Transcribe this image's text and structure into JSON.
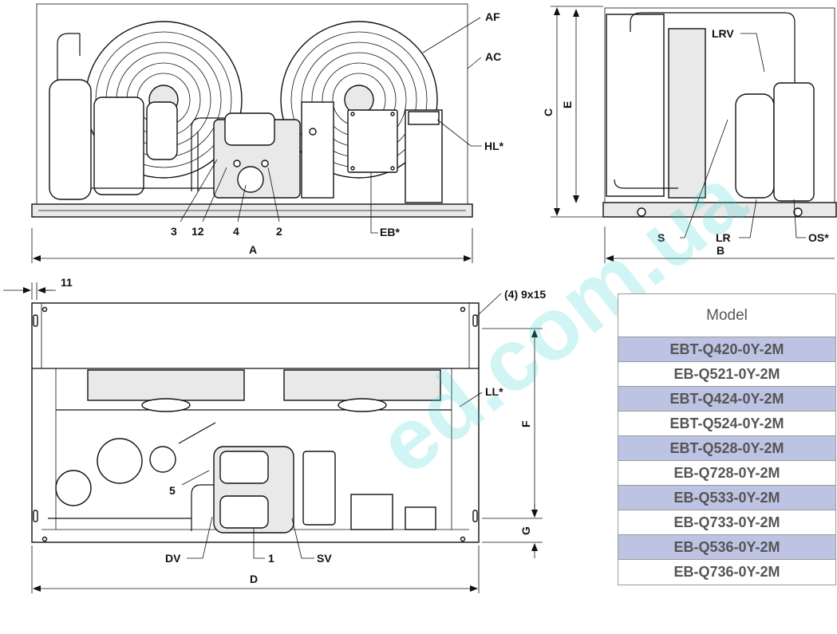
{
  "front_view": {
    "labels": {
      "af": "AF",
      "ac": "AC",
      "hl": "HL*",
      "eb": "EB*",
      "c3": "3",
      "c12": "12",
      "c4": "4",
      "c2": "2",
      "dim_a": "A"
    }
  },
  "side_view": {
    "labels": {
      "lrv": "LRV",
      "s": "S",
      "lr": "LR",
      "os": "OS*",
      "dim_b": "B",
      "dim_c": "C",
      "dim_e": "E"
    }
  },
  "top_view": {
    "labels": {
      "dim_11": "11",
      "holes": "(4) 9x15",
      "ll": "LL*",
      "c5": "5",
      "dv": "DV",
      "c1": "1",
      "sv": "SV",
      "dim_d": "D",
      "dim_f": "F",
      "dim_g": "G"
    }
  },
  "model_table": {
    "header": "Model",
    "rows": [
      {
        "model": "EBT-Q420-0Y-2M",
        "shaded": true
      },
      {
        "model": "EB-Q521-0Y-2M",
        "shaded": false
      },
      {
        "model": "EBT-Q424-0Y-2M",
        "shaded": true
      },
      {
        "model": "EBT-Q524-0Y-2M",
        "shaded": false
      },
      {
        "model": "EBT-Q528-0Y-2M",
        "shaded": true
      },
      {
        "model": "EB-Q728-0Y-2M",
        "shaded": false
      },
      {
        "model": "EB-Q533-0Y-2M",
        "shaded": true
      },
      {
        "model": "EB-Q733-0Y-2M",
        "shaded": false
      },
      {
        "model": "EB-Q536-0Y-2M",
        "shaded": true
      },
      {
        "model": "EB-Q736-0Y-2M",
        "shaded": false
      }
    ]
  },
  "watermark": "ed.com.ua",
  "colors": {
    "row_shade": "#bdc3e3",
    "watermark": "#2fd4cf",
    "line": "#111111"
  }
}
